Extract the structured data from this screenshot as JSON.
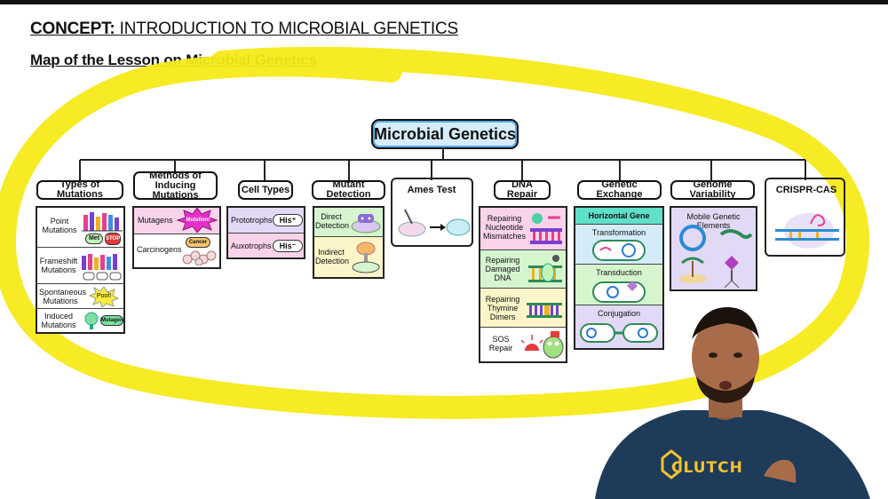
{
  "header": {
    "concept_label": "CONCEPT:",
    "concept_title": "INTRODUCTION TO MICROBIAL GENETICS",
    "subtitle": "Map of the Lesson on Microbial Genetics"
  },
  "map": {
    "root": "Microbial Genetics",
    "types_of_mutations": {
      "title": "Types of Mutations",
      "items": [
        "Point Mutations",
        "Frameshift Mutations",
        "Spontaneous Mutations",
        "Induced Mutations"
      ],
      "tags": {
        "met": "Met",
        "stop": "STOP",
        "poof": "Poof!",
        "mutagen": "Mutagen"
      }
    },
    "methods": {
      "title": "Methods of Inducing Mutations",
      "items": [
        "Mutagens",
        "Carcinogens"
      ],
      "tags": {
        "mutation": "Mutation!",
        "cancer": "Cancer"
      }
    },
    "cell_types": {
      "title": "Cell Types",
      "items": [
        "Prototrophs",
        "Auxotrophs"
      ],
      "tags": [
        "His⁺",
        "His⁻"
      ]
    },
    "mutant_detection": {
      "title": "Mutant Detection",
      "items": [
        "Direct Detection",
        "Indirect Detection"
      ]
    },
    "ames_test": {
      "title": "Ames Test"
    },
    "dna_repair": {
      "title": "DNA Repair",
      "items": [
        "Repairing Nucleotide Mismatches",
        "Repairing Damaged DNA",
        "Repairing Thymine Dimers",
        "SOS Repair"
      ]
    },
    "genetic_exchange": {
      "title": "Genetic Exchange",
      "subtitle": "Horizontal Gene Transfer",
      "items": [
        "Transformation",
        "Transduction",
        "Conjugation"
      ]
    },
    "genome_variability": {
      "title": "Genome Variability",
      "items": [
        "Mobile Genetic Elements"
      ]
    },
    "crispr": {
      "title": "CRISPR-CAS"
    }
  },
  "presenter": {
    "shirt_text": "CLUTCH"
  },
  "colors": {
    "highlight": "#f5ea18",
    "root_fill": "#d6ecfb",
    "pink": "#f9d3ea",
    "green": "#d6f5cf",
    "lavender": "#e2d9f6",
    "blue": "#d4ebfa",
    "yellow": "#fbf5c8",
    "cyan_header": "#5fe0c8",
    "shirt": "#1e3b5a"
  }
}
